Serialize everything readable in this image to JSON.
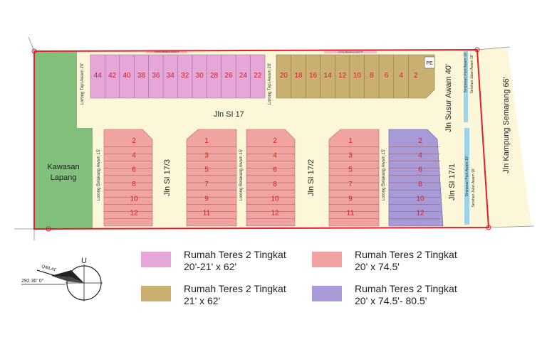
{
  "colors": {
    "pink": "#e5a6d8",
    "olive": "#c9b070",
    "salmon": "#f0a3a1",
    "purple": "#a89ad6",
    "green": "#80c07a",
    "road": "#fbf7d8",
    "boundary": "#e0202c",
    "lot_number": "#d4202a",
    "blue_strip": "#9bd4e8"
  },
  "roads": {
    "main": "Jln SI 17",
    "si_17_3": "Jln SI 17/3",
    "si_17_2": "Jln SI 17/2",
    "si_17_1": "Jln SI 17/1",
    "susur": "Jln Susur Awam 40'",
    "kampung": "Jln Kampung Semarang 66'",
    "tepi_left": "Lorong Tepi Awam 20'",
    "tepi_mid": "Lorong Tepi Awam 20'",
    "belakang_1": "Lorong Belakang Awam 15'",
    "belakang_2": "Lorong Belakang Awam 15'",
    "belakang_3": "Lorong Belakang Awam 15'",
    "simpanan_top": "Simpanan Parit Awam 10'",
    "serahan_top": "Serahan Jalan Awam 16'",
    "simpanan_right": "Simpanan Parit Awam 10'",
    "serahan_right": "Serahan Jalan Awam 16'",
    "top_strip_1": "Lorong Belakang Awam 5'",
    "top_strip_2": "Lorong Belakang Awam 5'"
  },
  "kawasan_lapang": [
    "Kawasan",
    "Lapang"
  ],
  "pe_label": "PE",
  "blocks": {
    "top_pink": [
      "44",
      "42",
      "40",
      "38",
      "36",
      "34",
      "32",
      "30",
      "28",
      "26",
      "24",
      "22"
    ],
    "top_olive": [
      "20",
      "18",
      "16",
      "14",
      "12",
      "10",
      "8",
      "6",
      "4",
      "2"
    ],
    "col1": [
      "2",
      "4",
      "6",
      "8",
      "10",
      "12"
    ],
    "col2": [
      "1",
      "3",
      "5",
      "7",
      "9",
      "11"
    ],
    "col3": [
      "2",
      "4",
      "6",
      "8",
      "10",
      "12"
    ],
    "col4": [
      "1",
      "3",
      "5",
      "7",
      "9",
      "11"
    ],
    "col5": [
      "2",
      "4",
      "6",
      "8",
      "10",
      "12"
    ]
  },
  "compass": {
    "north": "U",
    "qiblat": "QIBLAT",
    "bearing": "292 30' 0\""
  },
  "legend": [
    {
      "line1": "Rumah Teres 2 Tingkat",
      "line2": "20'-21' x 62'",
      "color": "#e5a6d8"
    },
    {
      "line1": "Rumah Teres 2 Tingkat",
      "line2": "21' x 62'",
      "color": "#c9b070"
    },
    {
      "line1": "Rumah Teres 2 Tingkat",
      "line2": "20' x 74.5'",
      "color": "#f0a3a1"
    },
    {
      "line1": "Rumah Teres 2 Tingkat",
      "line2": "20' x 74.5'- 80.5'",
      "color": "#a89ad6"
    }
  ]
}
